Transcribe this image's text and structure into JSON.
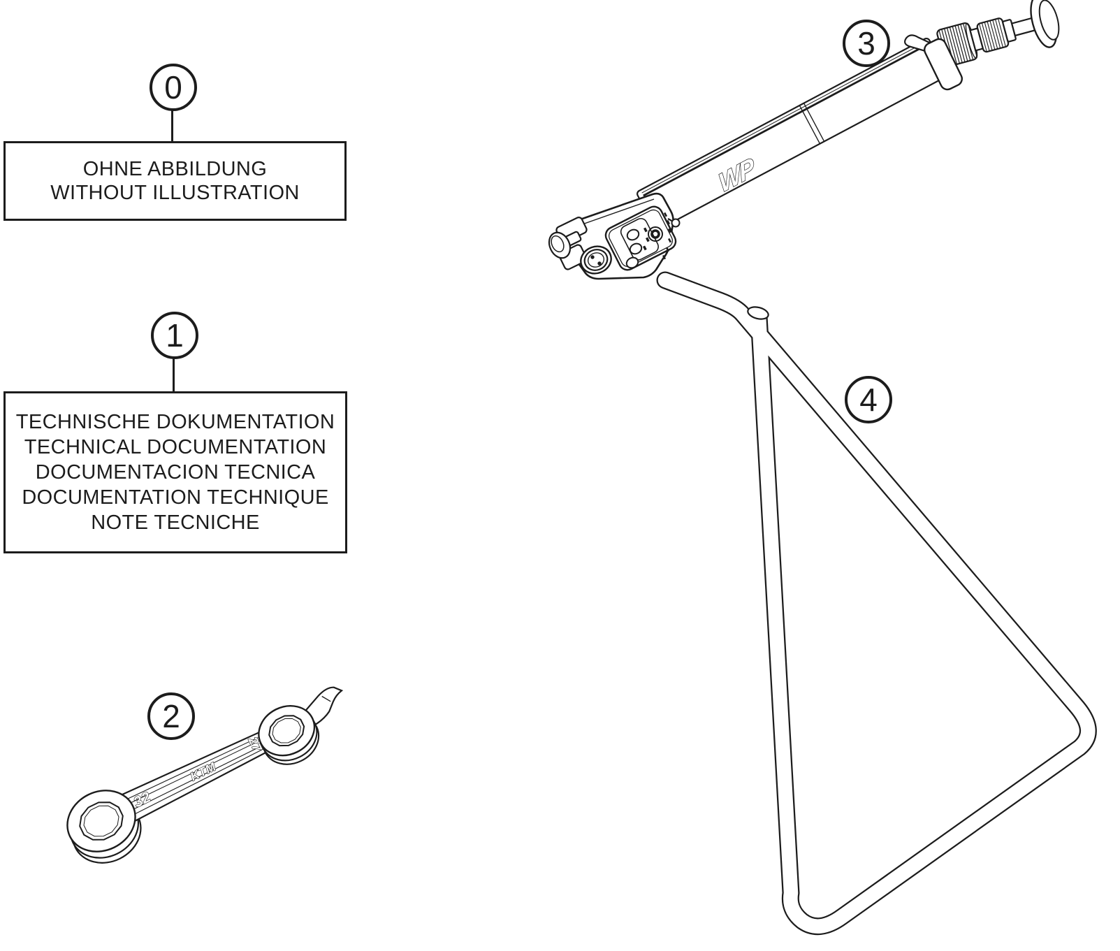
{
  "colors": {
    "ink": "#1c1c1c",
    "background": "#ffffff"
  },
  "callouts": [
    {
      "label": "0"
    },
    {
      "label": "1"
    },
    {
      "label": "2"
    },
    {
      "label": "3"
    },
    {
      "label": "4"
    }
  ],
  "notes": [
    {
      "lines": [
        "OHNE ABBILDUNG",
        "WITHOUT ILLUSTRATION"
      ]
    },
    {
      "lines": [
        "TECHNISCHE DOKUMENTATION",
        "TECHNICAL DOCUMENTATION",
        "DOCUMENTACION TECNICA",
        "DOCUMENTATION TECHNIQUE",
        "NOTE TECNICHE"
      ]
    }
  ],
  "illustration": {
    "wrench": {
      "size_left": "32",
      "brand": "KTM",
      "size_right": "27"
    },
    "pump": {
      "brand": "WP"
    }
  }
}
